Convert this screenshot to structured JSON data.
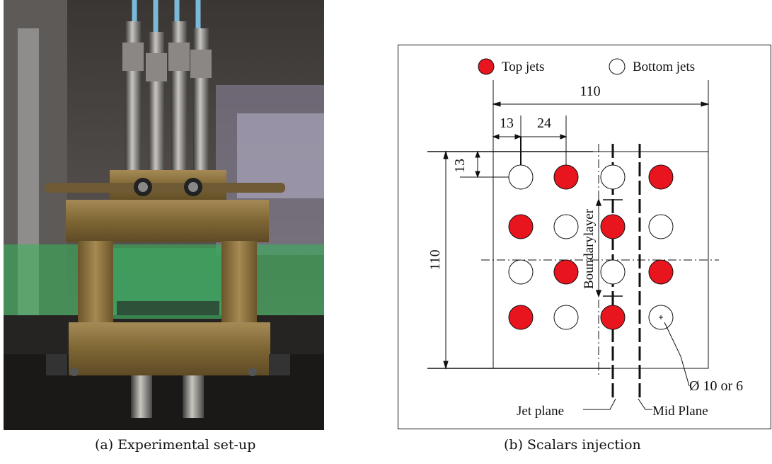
{
  "panel_a": {
    "caption": "(a) Experimental set-up"
  },
  "panel_b": {
    "caption": "(b) Scalars injection",
    "legend": {
      "top": "Top jets",
      "bottom": "Bottom jets"
    },
    "dimensions": {
      "width_total": "110",
      "height_total": "110",
      "offset_x": "13",
      "spacing": "24",
      "offset_y": "13"
    },
    "labels": {
      "boundary_layer_1": "Boundary",
      "boundary_layer_2": "layer",
      "diameter": "Ø 10 or 6",
      "jet_plane": "Jet plane",
      "mid_plane": "Mid Plane"
    },
    "colors": {
      "top_jet": "#e8141e",
      "bottom_jet": "#ffffff",
      "stroke": "#111111"
    }
  }
}
